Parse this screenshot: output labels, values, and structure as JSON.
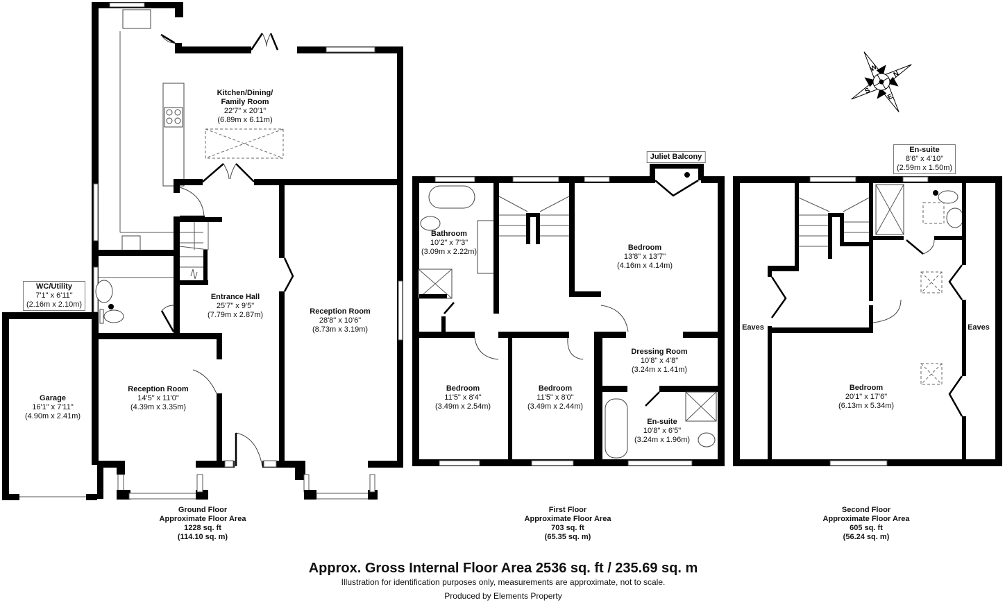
{
  "floors": {
    "ground": {
      "name": "Ground Floor",
      "area_label": "Approximate Floor Area",
      "sq_ft": "1228 sq. ft",
      "sq_m": "(114.10 sq. m)",
      "rooms": {
        "kitchen": {
          "name_1": "Kitchen/Dining/",
          "name_2": "Family Room",
          "imperial": "22'7\" x 20'1\"",
          "metric": "(6.89m x 6.11m)"
        },
        "wc_utility": {
          "name": "WC/Utility",
          "imperial": "7'1\" x 6'11\"",
          "metric": "(2.16m x 2.10m)"
        },
        "garage": {
          "name": "Garage",
          "imperial": "16'1\" x 7'11\"",
          "metric": "(4.90m x 2.41m)"
        },
        "entrance_hall": {
          "name": "Entrance Hall",
          "imperial": "25'7\" x 9'5\"",
          "metric": "(7.79m x 2.87m)"
        },
        "reception_front": {
          "name": "Reception Room",
          "imperial": "14'5\" x 11'0\"",
          "metric": "(4.39m x 3.35m)"
        },
        "reception_large": {
          "name": "Reception Room",
          "imperial": "28'8\" x 10'6\"",
          "metric": "(8.73m x 3.19m)"
        }
      }
    },
    "first": {
      "name": "First Floor",
      "area_label": "Approximate Floor Area",
      "sq_ft": "703 sq. ft",
      "sq_m": "(65.35 sq. m)",
      "rooms": {
        "juliet_balcony": {
          "name": "Juliet Balcony"
        },
        "bathroom": {
          "name": "Bathroom",
          "imperial": "10'2\" x 7'3\"",
          "metric": "(3.09m x 2.22m)"
        },
        "bedroom_main": {
          "name": "Bedroom",
          "imperial": "13'8\" x 13'7\"",
          "metric": "(4.16m x 4.14m)"
        },
        "dressing_room": {
          "name": "Dressing Room",
          "imperial": "10'8\" x 4'8\"",
          "metric": "(3.24m x 1.41m)"
        },
        "bedroom_2": {
          "name": "Bedroom",
          "imperial": "11'5\" x 8'4\"",
          "metric": "(3.49m x 2.54m)"
        },
        "bedroom_3": {
          "name": "Bedroom",
          "imperial": "11'5\" x 8'0\"",
          "metric": "(3.49m x 2.44m)"
        },
        "ensuite": {
          "name": "En-suite",
          "imperial": "10'8\" x 6'5\"",
          "metric": "(3.24m x 1.96m)"
        }
      }
    },
    "second": {
      "name": "Second Floor",
      "area_label": "Approximate Floor Area",
      "sq_ft": "605 sq. ft",
      "sq_m": "(56.24 sq. m)",
      "rooms": {
        "ensuite": {
          "name": "En-suite",
          "imperial": "8'6\" x 4'10\"",
          "metric": "(2.59m x 1.50m)"
        },
        "bedroom": {
          "name": "Bedroom",
          "imperial": "20'1\" x 17'6\"",
          "metric": "(6.13m x 5.34m)"
        },
        "eaves_left": {
          "name": "Eaves"
        },
        "eaves_right": {
          "name": "Eaves"
        }
      }
    }
  },
  "compass": {
    "labels": [
      "W",
      "N",
      "S",
      "E"
    ],
    "icon": "compass-rose-icon"
  },
  "footer": {
    "gross_area": "Approx. Gross Internal Floor Area 2536 sq. ft / 235.69 sq. m",
    "disclaimer": "Illustration for identification purposes only, measurements are approximate, not to scale.",
    "producer": "Produced by Elements Property"
  }
}
